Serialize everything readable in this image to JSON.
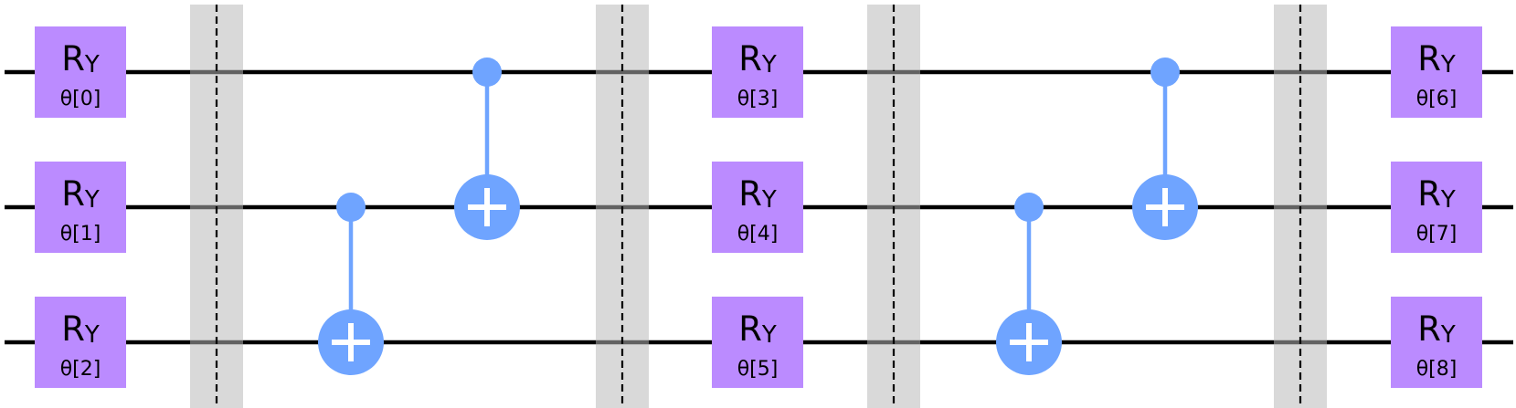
{
  "circuit": {
    "num_qubits": 3,
    "colors": {
      "wire": "#000000",
      "gate_fill": "#bb8bff",
      "cnot": "#6fa4ff",
      "barrier_fill": "#d9d9d9",
      "barrier_line": "#000000"
    },
    "gate_symbol": "R",
    "gate_subscript": "Y",
    "columns": [
      {
        "kind": "gates",
        "params": [
          "θ[0]",
          "θ[1]",
          "θ[2]"
        ]
      },
      {
        "kind": "barrier"
      },
      {
        "kind": "cnot",
        "control": 1,
        "target": 2
      },
      {
        "kind": "cnot",
        "control": 0,
        "target": 1
      },
      {
        "kind": "barrier"
      },
      {
        "kind": "gates",
        "params": [
          "θ[3]",
          "θ[4]",
          "θ[5]"
        ]
      },
      {
        "kind": "barrier"
      },
      {
        "kind": "cnot",
        "control": 1,
        "target": 2
      },
      {
        "kind": "cnot",
        "control": 0,
        "target": 1
      },
      {
        "kind": "barrier"
      },
      {
        "kind": "gates",
        "params": [
          "θ[6]",
          "θ[7]",
          "θ[8]"
        ]
      }
    ]
  }
}
